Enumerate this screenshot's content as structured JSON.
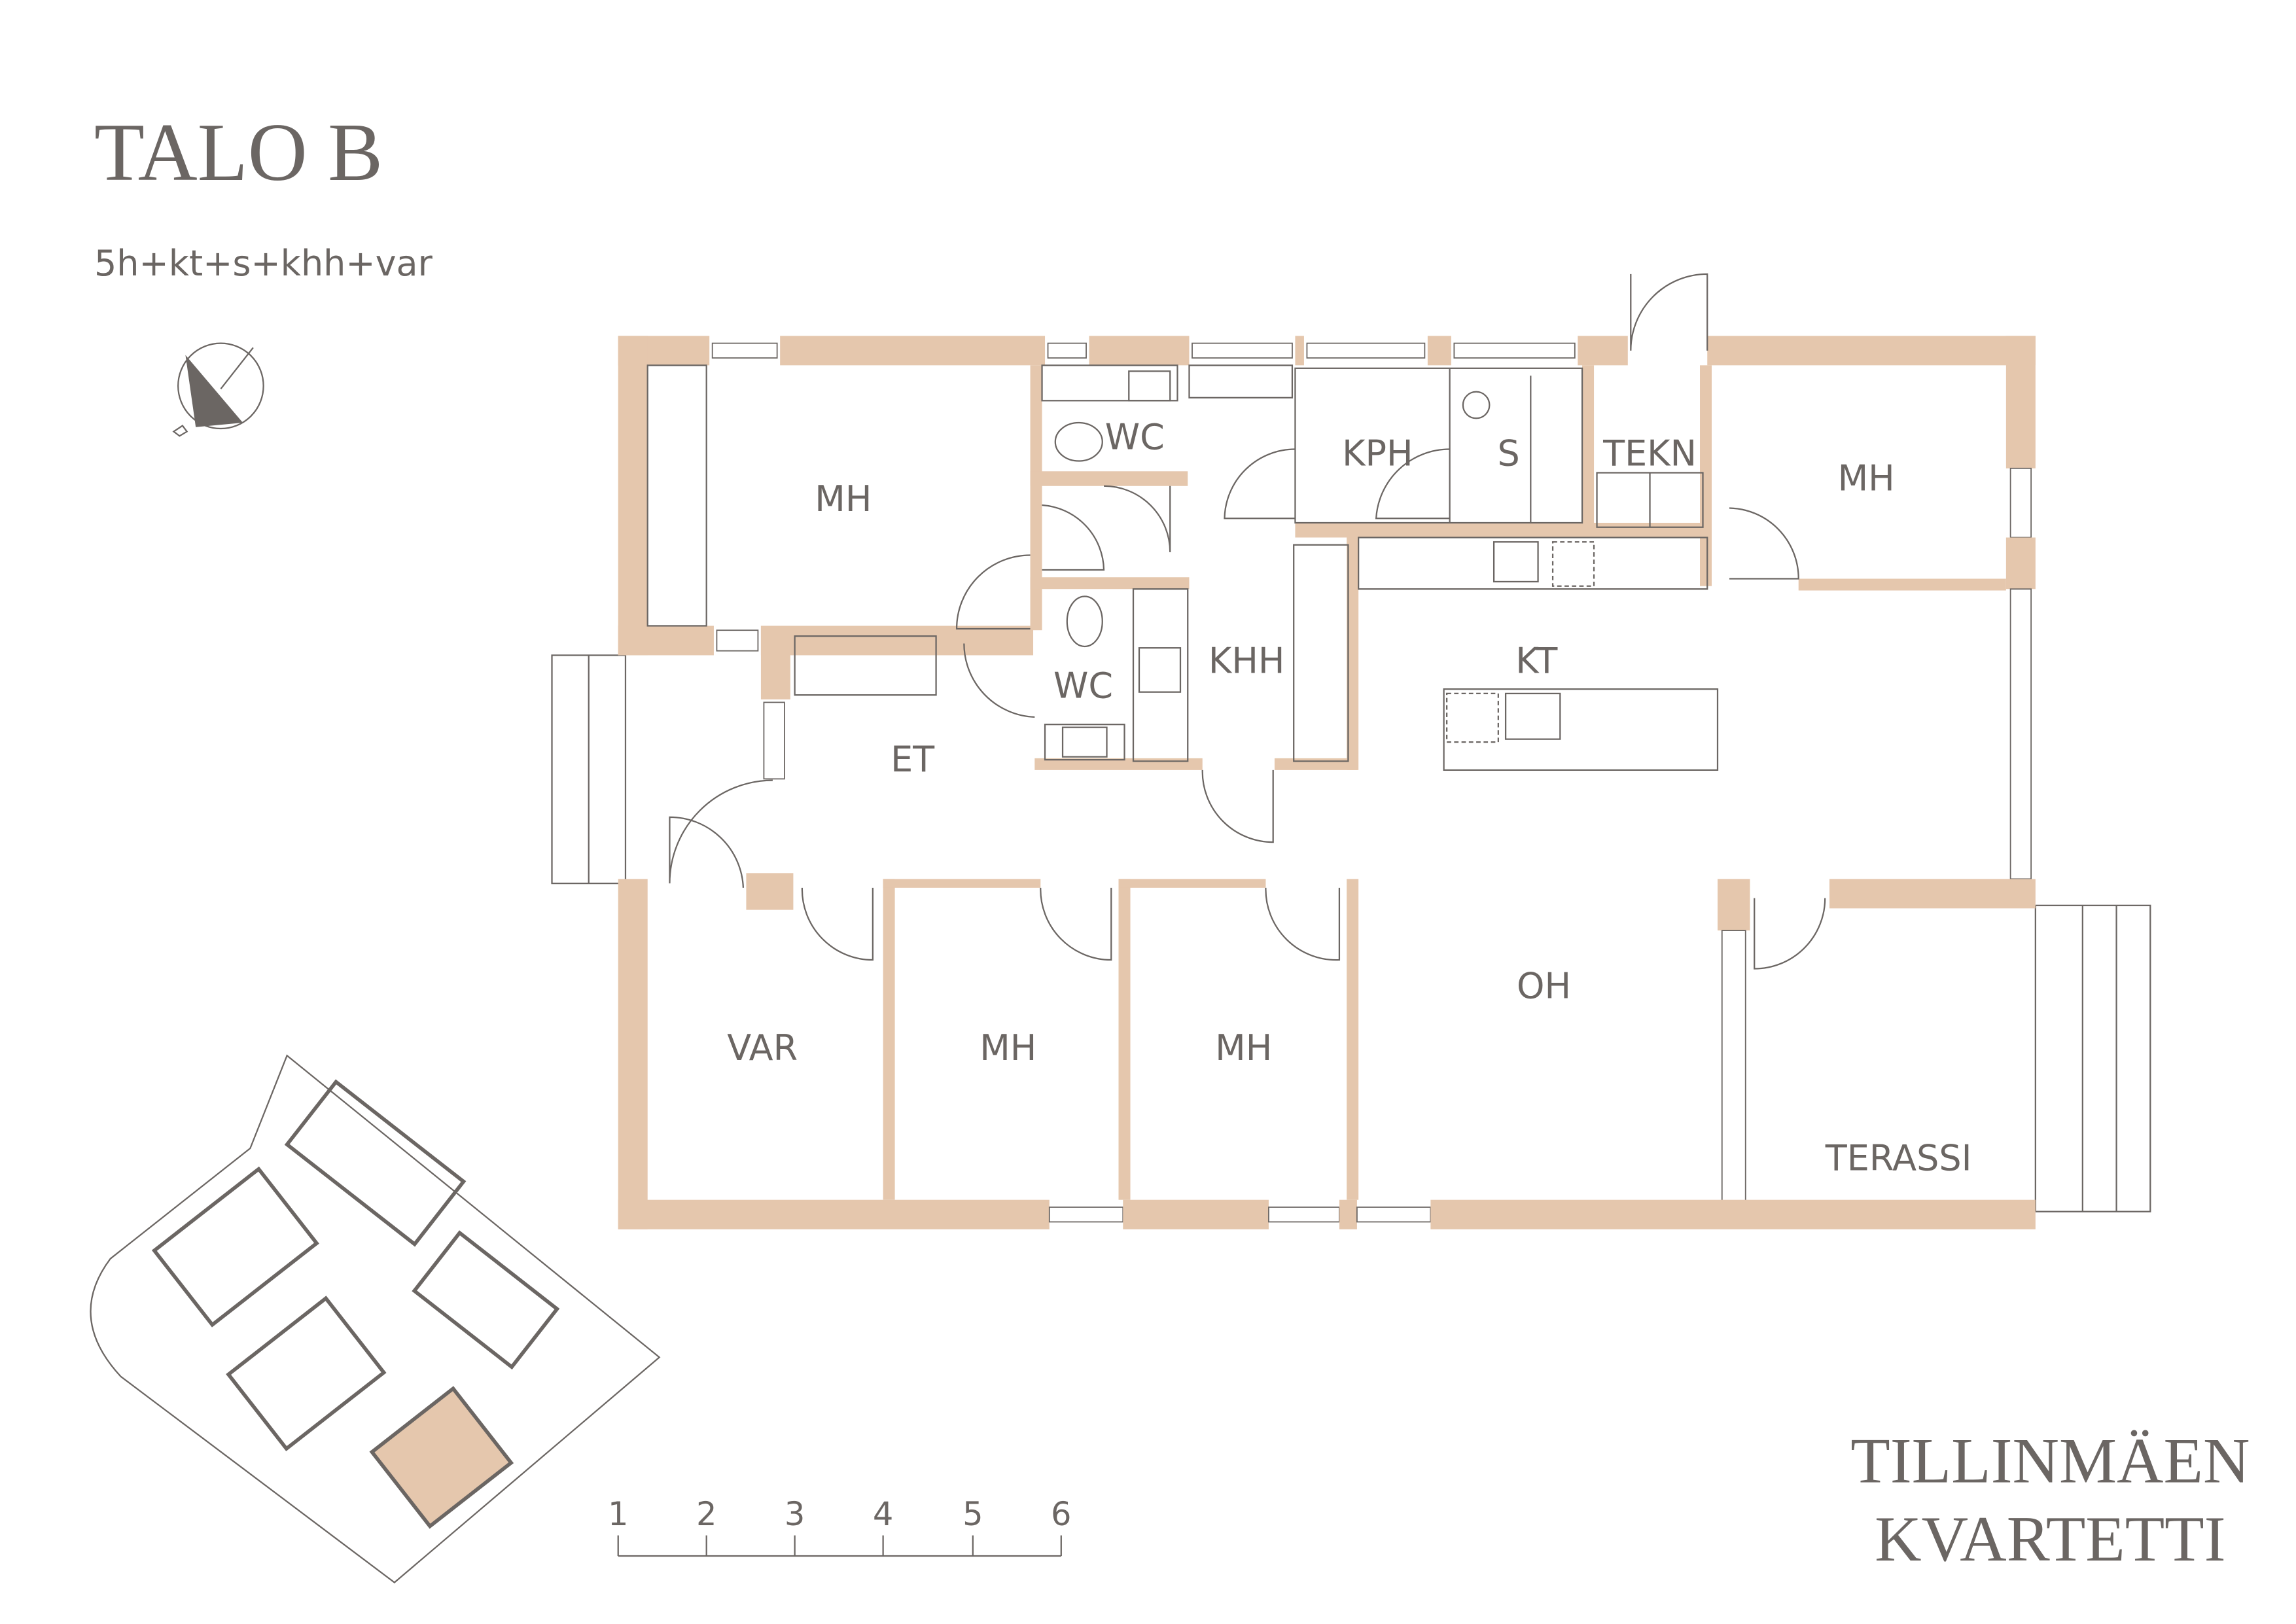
{
  "header": {
    "title": "TALO B",
    "subtitle": "5h+kt+s+khh+var"
  },
  "rooms": {
    "mh_top_left": "MH",
    "wc_top": "WC",
    "kph": "KPH",
    "s": "S",
    "tekn": "TEKN",
    "mh_top_right": "MH",
    "wc_mid": "WC",
    "khh": "KHH",
    "kt": "KT",
    "et": "ET",
    "var": "VAR",
    "mh_bottom_1": "MH",
    "mh_bottom_2": "MH",
    "oh": "OH",
    "terassi": "TERASSI"
  },
  "scale_bar": {
    "labels": [
      "1",
      "2",
      "3",
      "4",
      "5",
      "6"
    ]
  },
  "logo": {
    "line1": "TILLINMÄEN",
    "line2": "KVARTETTI"
  },
  "colors": {
    "wall": "#e5c7ad",
    "text": "#6b6663",
    "highlight": "#e5c7ad"
  }
}
